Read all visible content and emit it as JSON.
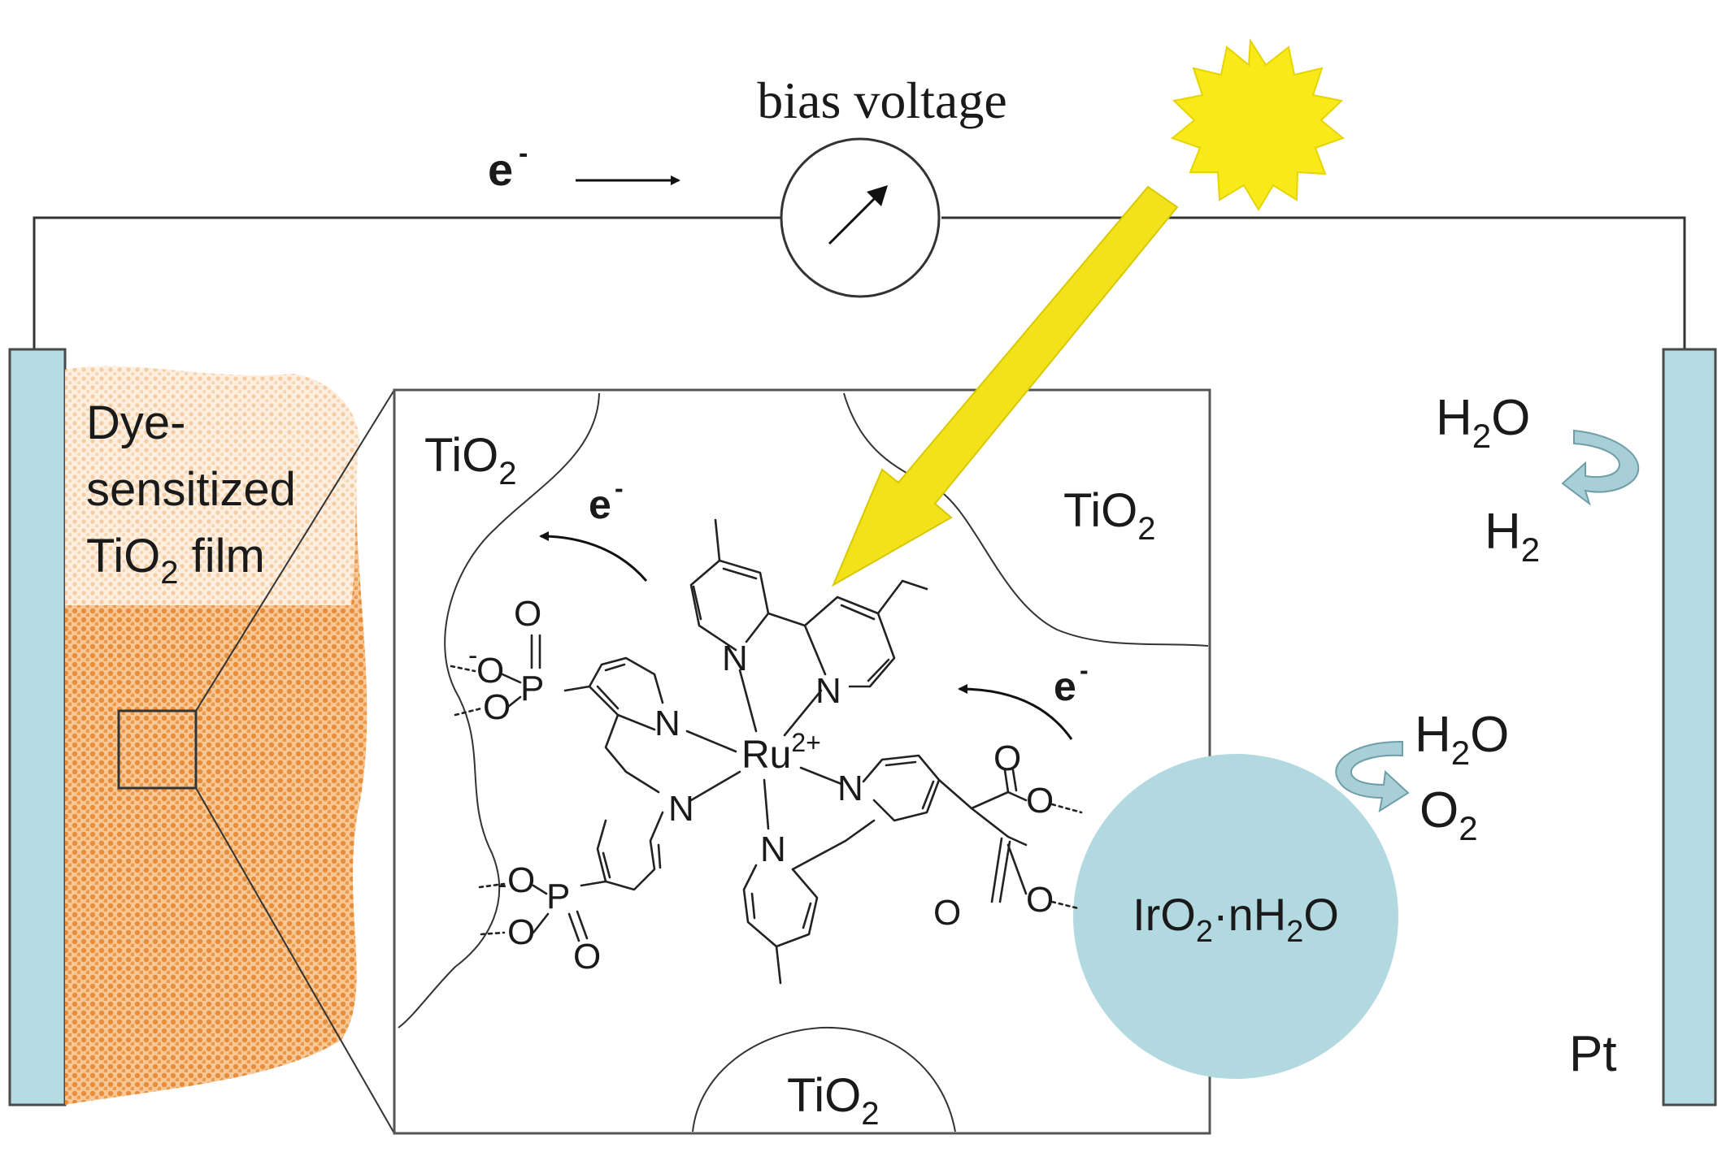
{
  "labels": {
    "bias_voltage": "bias voltage",
    "electron": "e",
    "electron_sign": "−",
    "film_line1": "Dye-",
    "film_line2": "sensitized",
    "film_line3_a": "TiO",
    "film_line3_sub": "2",
    "film_line3_b": " film",
    "tio2": "TiO",
    "tio2_sub": "2",
    "h2o": "H",
    "h2o_sub": "2",
    "h2o_o": "O",
    "h2": "H",
    "h2_sub": "2",
    "o2": "O",
    "o2_sub": "2",
    "iro2_a": "IrO",
    "iro2_sub": "2",
    "iro2_b": "·nH",
    "iro2_sub2": "2",
    "iro2_c": "O",
    "pt": "Pt",
    "ru": "Ru",
    "ru_charge": "2+",
    "atom_N": "N",
    "atom_O": "O",
    "atom_P": "P",
    "atom_O_minus": "O",
    "minus": "-"
  },
  "colors": {
    "electrode": "#b7dbe2",
    "catalyst": "#b3d9e0",
    "sun": "#f7ea18",
    "sun_beam": "#f2e21a",
    "film": "#f0a860",
    "film_light": "#fae6cf",
    "arrow_cycle": "#a8cfd6"
  }
}
